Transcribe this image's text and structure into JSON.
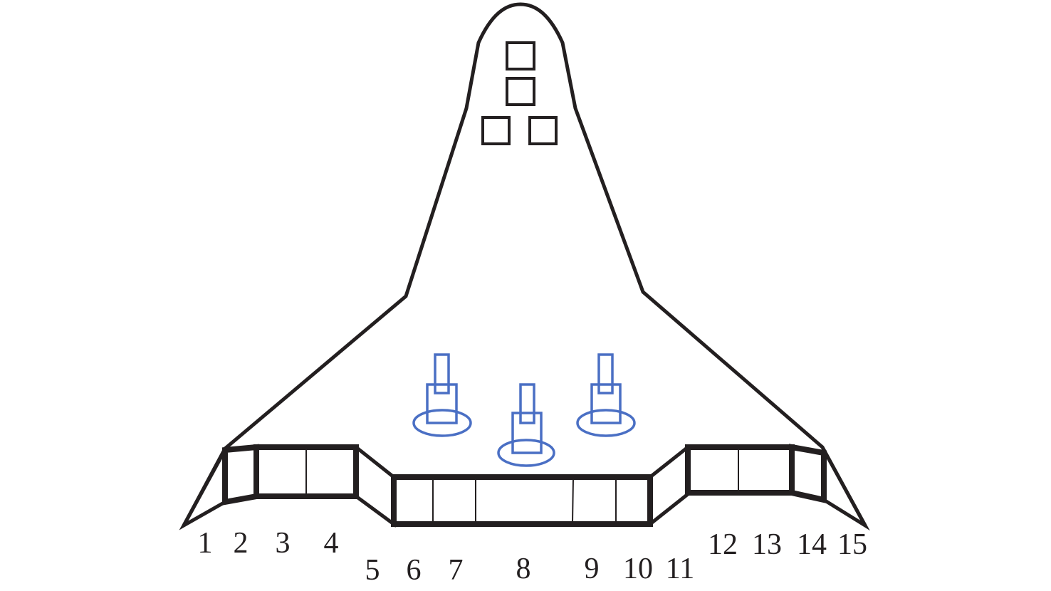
{
  "diagram": {
    "colors": {
      "outline": "#231f20",
      "sensor": "#4a6fc4"
    },
    "segment_labels": [
      "1",
      "2",
      "3",
      "4",
      "5",
      "6",
      "7",
      "8",
      "9",
      "10",
      "11",
      "12",
      "13",
      "14",
      "15"
    ]
  }
}
